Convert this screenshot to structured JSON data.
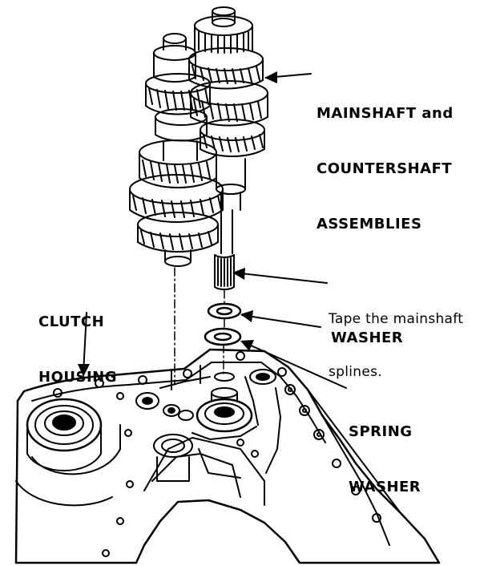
{
  "labels": {
    "assemblies_line1": "MAINSHAFT and",
    "assemblies_line2": "COUNTERSHAFT",
    "assemblies_line3": "ASSEMBLIES",
    "clutch_line1": "CLUTCH",
    "clutch_line2": "HOUSING",
    "tape_line1": "Tape the mainshaft",
    "tape_line2": "splines.",
    "washer": "WASHER",
    "spring_line1": "SPRING",
    "spring_line2": "WASHER"
  },
  "colors": {
    "ink": "#000000",
    "paper": "#ffffff"
  }
}
